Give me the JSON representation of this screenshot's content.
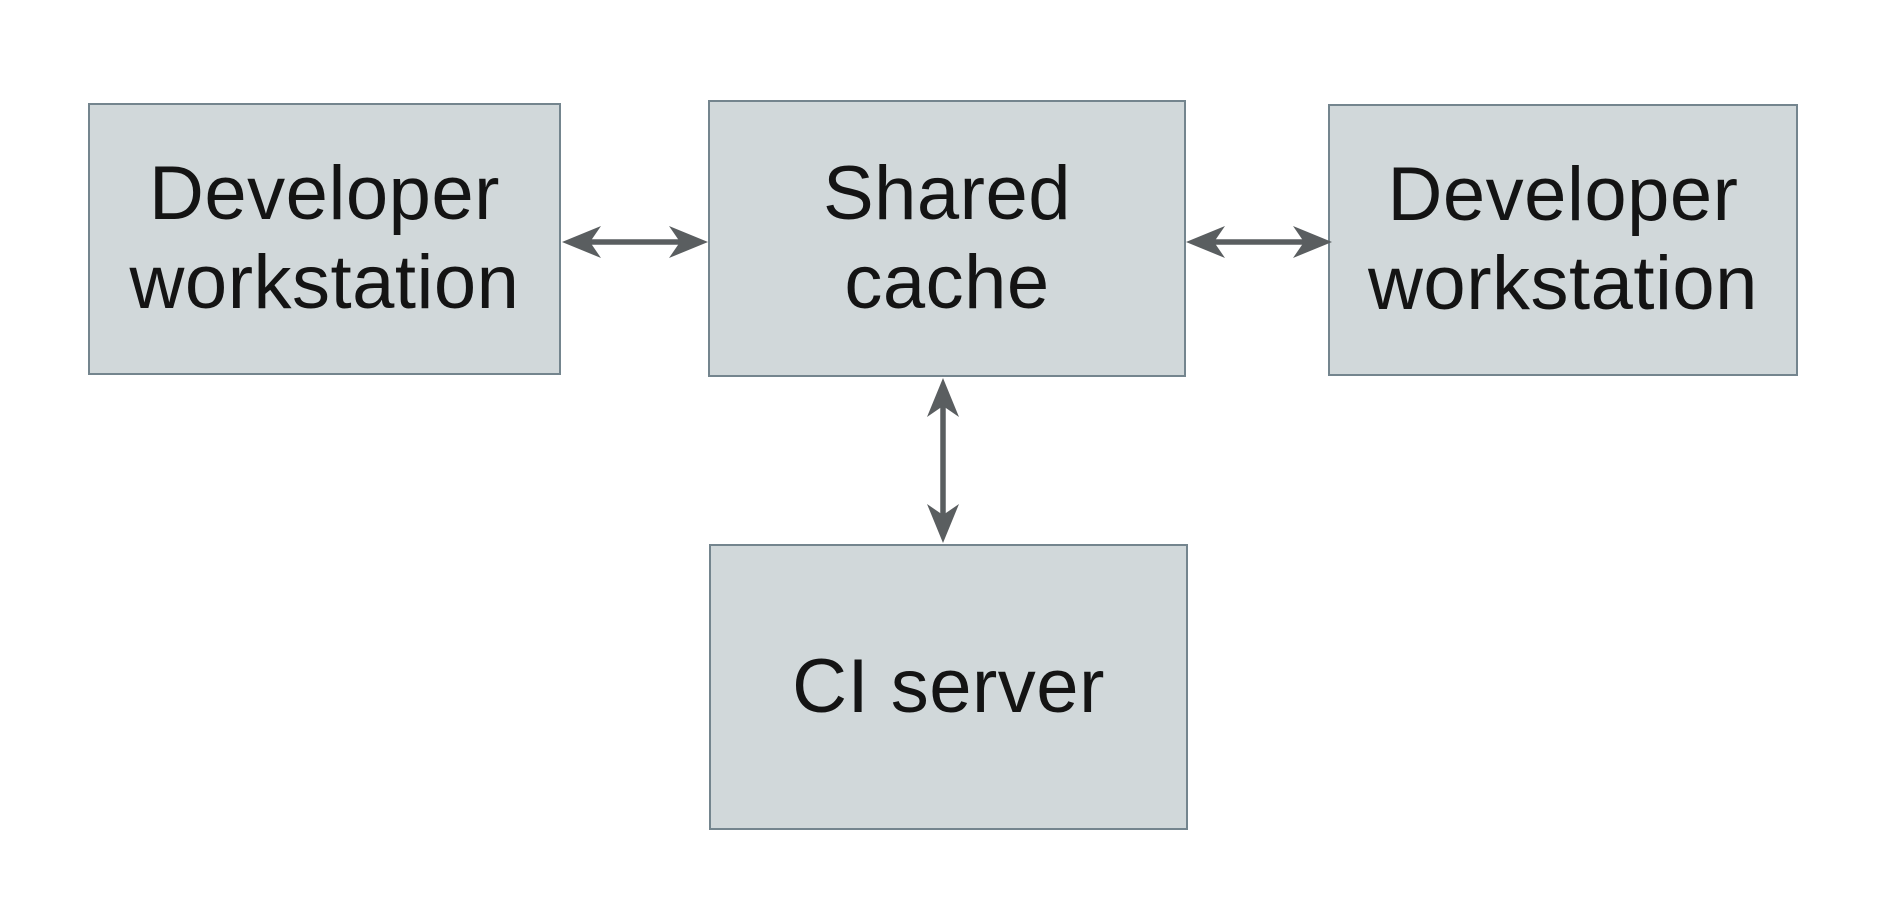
{
  "diagram": {
    "nodes": {
      "dev_left": {
        "label": "Developer\nworkstation"
      },
      "shared": {
        "label": "Shared\ncache"
      },
      "dev_right": {
        "label": "Developer\nworkstation"
      },
      "ci": {
        "label": "CI server"
      }
    },
    "edges": [
      {
        "from": "Developer workstation (left)",
        "to": "Shared cache",
        "direction": "bidirectional"
      },
      {
        "from": "Shared cache",
        "to": "Developer workstation (right)",
        "direction": "bidirectional"
      },
      {
        "from": "Shared cache",
        "to": "CI server",
        "direction": "bidirectional"
      }
    ]
  },
  "colors": {
    "node_fill": "#d1d8da",
    "node_border": "#74858e",
    "connector": "#5a5e60",
    "label": "#141414",
    "canvas_bg": "#ffffff"
  }
}
